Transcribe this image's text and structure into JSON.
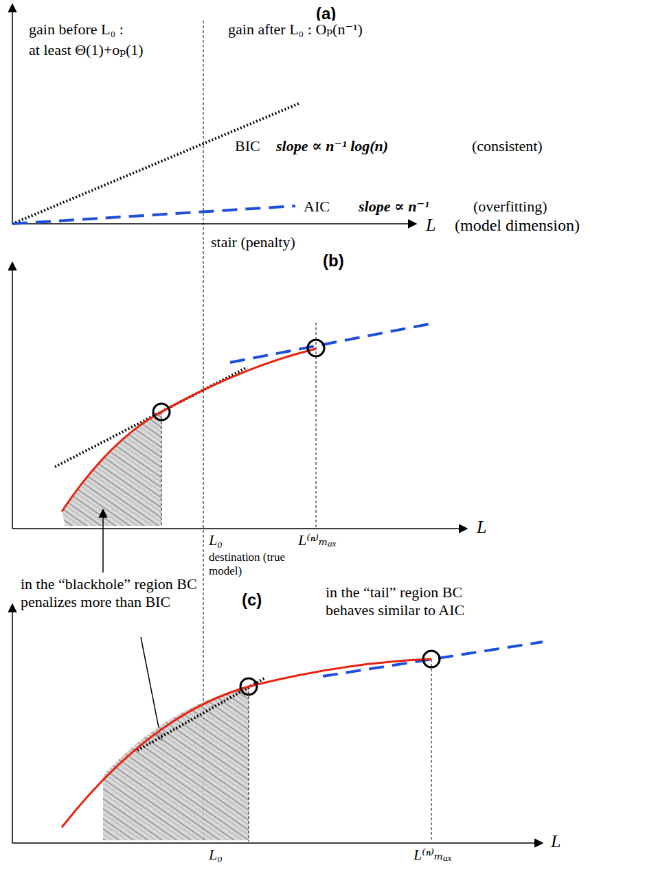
{
  "diagram": {
    "labels": [
      "(a)",
      "gain before L₀ :",
      "at least Θ(1)+oₚ(1)",
      "gain after L₀ : Oₚ(n⁻¹)",
      "BIC",
      "slope ∝ n⁻¹ log(n)",
      "(consistent)",
      "AIC",
      "slope ∝ n⁻¹",
      "(overfitting)",
      "L",
      "(model dimension)",
      "stair (penalty)",
      "(b)",
      "L₀",
      "destination (true model)",
      "L⁽ⁿ⁾ₘₐₓ",
      "L",
      "in the “blackhole” region BC penalizes more than BIC",
      "(c)",
      "in the “tail” region BC behaves similar to AIC",
      "L₀",
      "L⁽ⁿ⁾ₘₐₓ",
      "L"
    ]
  }
}
